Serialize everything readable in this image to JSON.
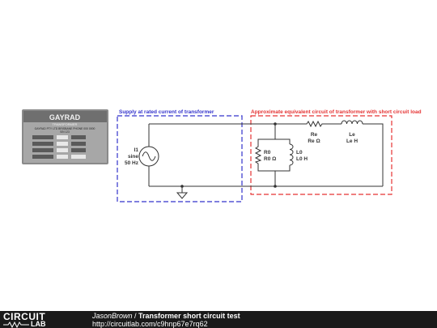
{
  "nameplate": {
    "brand": "GAYRAD",
    "subtitle": "TRANSFORMER",
    "maker_line": "GAYRAD PTY LTD BRISBANE PHONE 000 0000",
    "maker_line2": "S/N 123"
  },
  "diagram": {
    "supply_box_label": "Supply at rated current of transformer",
    "load_box_label": "Approximate equivalent circuit of transformer with short circuit load",
    "source": {
      "name": "I1",
      "type": "sine",
      "freq": "50 Hz"
    },
    "R0": {
      "name": "R0",
      "value": "R0 Ω"
    },
    "L0": {
      "name": "L0",
      "value": "L0 H"
    },
    "Re": {
      "name": "Re",
      "value": "Re Ω"
    },
    "Le": {
      "name": "Le",
      "value": "Le H"
    },
    "colors": {
      "supply_box": "#3333cc",
      "load_box": "#e53333",
      "wire": "#333333"
    }
  },
  "footer": {
    "logo_top": "CIRCUIT",
    "logo_bottom": "LAB",
    "author": "JasonBrown",
    "separator": " / ",
    "title": "Transformer short circuit test",
    "url": "http://circuitlab.com/c9hnp67e7rq62"
  }
}
